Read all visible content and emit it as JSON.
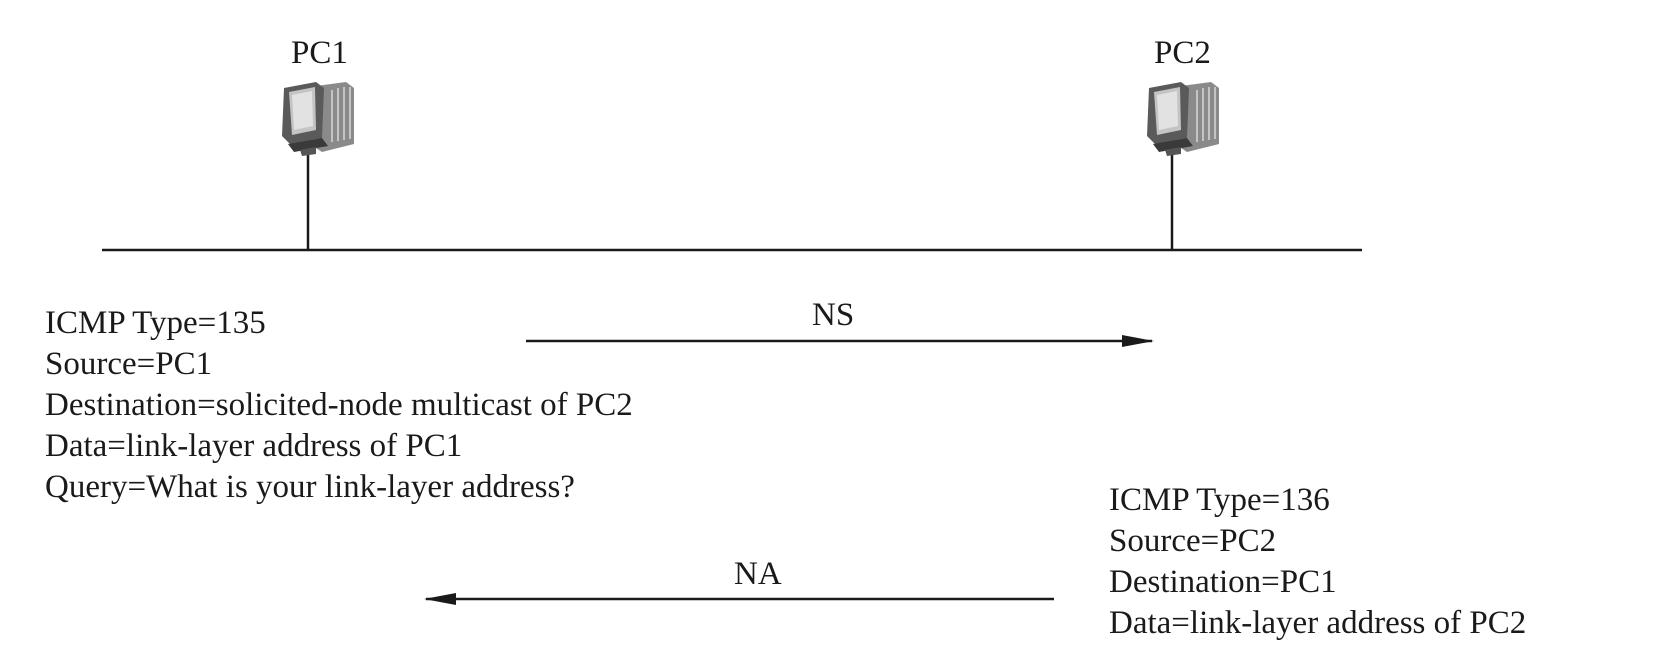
{
  "nodes": {
    "pc1": {
      "label": "PC1",
      "icon": "desktop-computer-icon"
    },
    "pc2": {
      "label": "PC2",
      "icon": "desktop-computer-icon"
    }
  },
  "messages": {
    "ns": {
      "label": "NS",
      "direction": "PC1 to PC2",
      "lines": [
        "ICMP Type=135",
        "Source=PC1",
        "Destination=solicited-node multicast of PC2",
        "Data=link-layer address of PC1",
        "Query=What is your link-layer address?"
      ]
    },
    "na": {
      "label": "NA",
      "direction": "PC2 to PC1",
      "lines": [
        "ICMP Type=136",
        "Source=PC2",
        "Destination=PC1",
        "Data=link-layer address of PC2"
      ]
    }
  },
  "colors": {
    "line": "#1a1a1a",
    "text": "#1a1a1a"
  }
}
